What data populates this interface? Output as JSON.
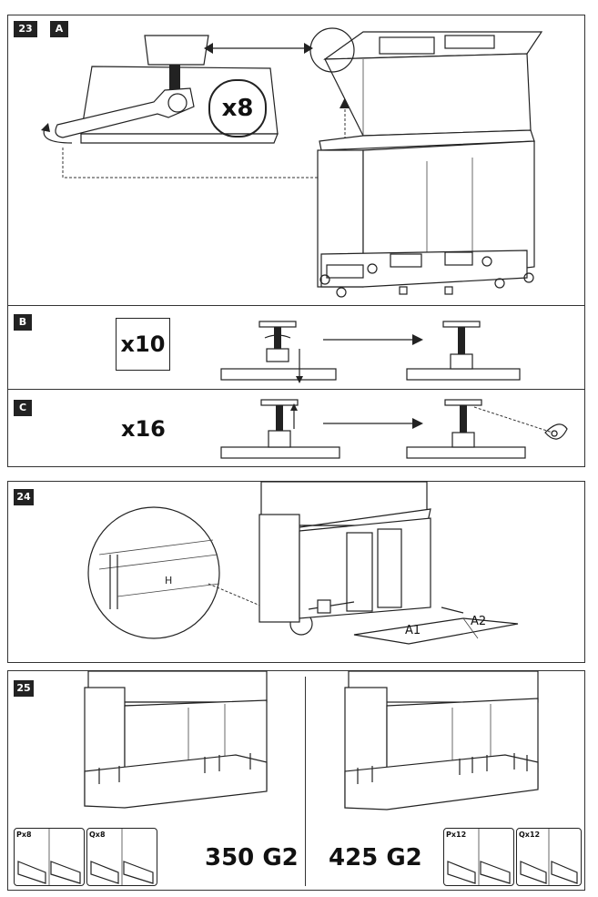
{
  "step23": {
    "number": "23",
    "sub_a": "A",
    "sub_b": "B",
    "sub_c": "C",
    "count_a": "x8",
    "count_b": "x10",
    "count_c": "x16"
  },
  "step24": {
    "number": "24",
    "label_h": "H",
    "label_a1": "A1",
    "label_a2": "A2"
  },
  "step25": {
    "number": "25",
    "left_model": "350 G2",
    "right_model": "425 G2",
    "left_p_count": "Px8",
    "left_q_count": "Qx8",
    "right_p_count": "Px12",
    "right_q_count": "Qx12"
  },
  "icons": [
    "wrench-icon",
    "eye-icon",
    "rotate-arrow-icon"
  ]
}
